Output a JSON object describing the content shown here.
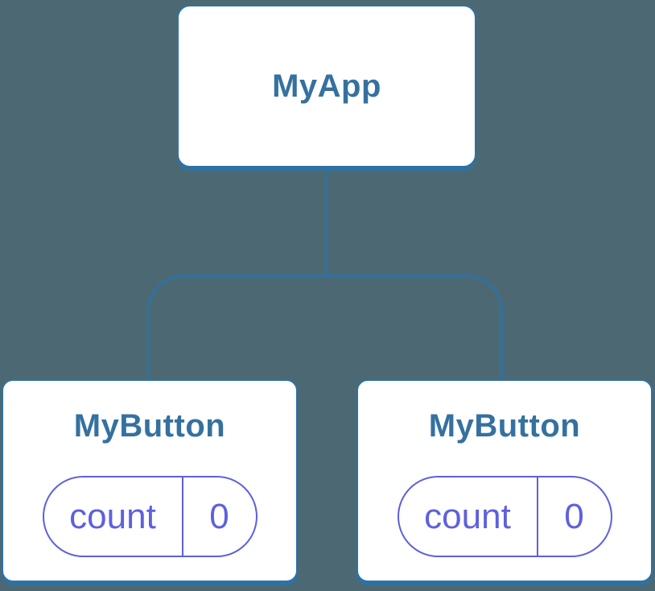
{
  "colors": {
    "background": "#4C6973",
    "node_border": "#2F71A3",
    "node_label": "#35719F",
    "state_accent": "#5E61DC",
    "node_fill": "#FFFFFF"
  },
  "tree": {
    "root": {
      "label": "MyApp"
    },
    "children": [
      {
        "label": "MyButton",
        "state": {
          "name": "count",
          "value": "0"
        }
      },
      {
        "label": "MyButton",
        "state": {
          "name": "count",
          "value": "0"
        }
      }
    ]
  }
}
